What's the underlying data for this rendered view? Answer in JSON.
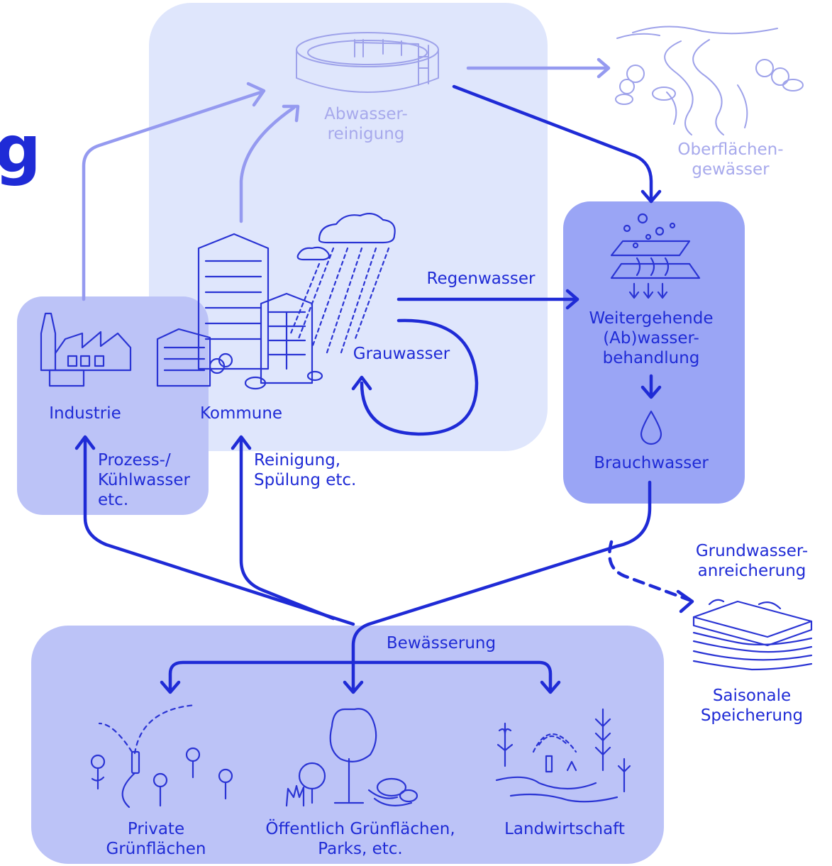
{
  "heading_fragment": "g",
  "labels": {
    "abwasserreinigung": [
      "Abwasser-",
      "reinigung"
    ],
    "oberflaechengewaesser": [
      "Oberflächen-",
      "gewässer"
    ],
    "regenwasser": "Regenwasser",
    "grauwasser": "Grauwasser",
    "weitergehende": [
      "Weitergehende",
      "(Ab)wasser-",
      "behandlung"
    ],
    "brauchwasser": "Brauchwasser",
    "industrie": "Industrie",
    "kommune": "Kommune",
    "prozess": [
      "Prozess-/",
      "Kühlwasser",
      "etc."
    ],
    "reinigung_spuelung": [
      "Reinigung,",
      "Spülung etc."
    ],
    "grundwasser": [
      "Grundwasser-",
      "anreicherung"
    ],
    "saisonale": [
      "Saisonale",
      "Speicherung"
    ],
    "bewaesserung": "Bewässerung",
    "private": [
      "Private",
      "Grünflächen"
    ],
    "oeffentlich": [
      "Öffentlich Grünflächen,",
      "Parks, etc."
    ],
    "landwirtschaft": "Landwirtschaft"
  },
  "icons": [
    "clarifier-tank-icon",
    "river-landscape-icon",
    "filtration-icon",
    "water-drop-icon",
    "factory-icon",
    "city-buildings-icon",
    "rain-cloud-icon",
    "soil-layers-icon",
    "sprinkler-flowers-icon",
    "trees-park-icon",
    "crops-irrigation-icon",
    "grauwasser-loop-arrow"
  ],
  "colors": {
    "flow_dark": "#1f2bd6",
    "flow_faint": "#959af0",
    "panel_light": "#dfe6fc",
    "panel_mid": "#bcc3f7",
    "panel_strong": "#9aa5f5",
    "text_faint": "#a7a9ec"
  }
}
